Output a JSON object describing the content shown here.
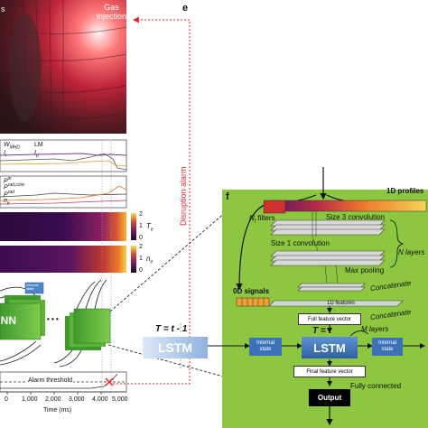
{
  "photo": {
    "gas_injection": "Gas\ninjection",
    "left_fragment": "s"
  },
  "panel_e": {
    "letter": "e",
    "alarm_text": "Disruption alarm"
  },
  "panel_f": {
    "letter": "f"
  },
  "signals_top": {
    "w_mhd": "W",
    "w_mhd_sub": "MHD",
    "lm": "LM",
    "i_l": "I",
    "i_l_sub": "l",
    "i_p": "I",
    "i_p_sub": "p"
  },
  "signals_mid": {
    "p_in": "P",
    "p_in_sup": "in",
    "p_rad_core": "P",
    "p_rad_core_sup": "rad,core",
    "p_rad": "P",
    "p_rad_sup": "rad",
    "n_e": "n",
    "n_e_sub": "e"
  },
  "heatmap1": {
    "ticks": [
      "2",
      "1",
      "0"
    ],
    "label": "T",
    "label_sub": "e"
  },
  "heatmap2": {
    "ticks": [
      "2",
      "1",
      "0"
    ],
    "label": "n",
    "label_sub": "e"
  },
  "rnn": {
    "label": "RNN",
    "internal_state": "Internal\nstate",
    "dots": "• • •"
  },
  "alarm": {
    "threshold": "Alarm threshold"
  },
  "x_axis": {
    "ticks": [
      "0",
      "1,000",
      "2,000",
      "3,000",
      "4,000",
      "5,000"
    ],
    "label": "Time (ms)"
  },
  "network": {
    "profiles_label": "1D profiles",
    "nf_filters": "N",
    "nf_sub": "f",
    "nf_rest": " filters",
    "size3": "Size 3 convolution",
    "size1": "Size 1 convolution",
    "n_layers": "N layers",
    "max_pooling": "Max pooling",
    "concatenate1": "Concatenate",
    "signals0d": "0D signals",
    "features1d": "1D features",
    "concatenate2": "Concatenate",
    "full_feature": "Full feature vector",
    "t_prev": "T = t - 1",
    "lstm": "LSTM",
    "t_now": "T = t",
    "internal_state_left": "Internal\nstate",
    "internal_state_right": "Internal\nstate",
    "m_layers": "M layers",
    "final_feature": "Final feature vector",
    "output": "Output",
    "fully_connected": "Fully connected"
  },
  "colors": {
    "green_panel": "#8dc63f",
    "alarm_red": "#e8262b",
    "lstm_blue": "#3a73b8",
    "rnn_green": "#5db33a"
  }
}
